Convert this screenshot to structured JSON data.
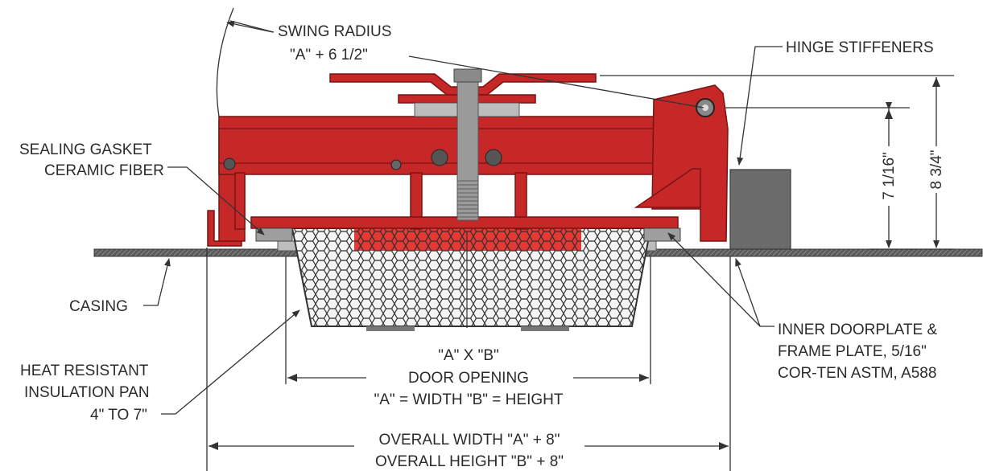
{
  "labels": {
    "swing_radius_1": "SWING RADIUS",
    "swing_radius_2": "\"A\" + 6 1/2\"",
    "hinge_stiffeners": "HINGE STIFFENERS",
    "sealing_gasket_1": "SEALING GASKET",
    "sealing_gasket_2": "CERAMIC FIBER",
    "casing": "CASING",
    "heat_resistant_1": "HEAT RESISTANT",
    "heat_resistant_2": "INSULATION PAN",
    "heat_resistant_3": "4\" TO 7\"",
    "door_opening_1": "\"A\" X \"B\"",
    "door_opening_2": "DOOR OPENING",
    "door_opening_3": "\"A\" = WIDTH \"B\" = HEIGHT",
    "inner_doorplate_1": "INNER DOORPLATE &",
    "inner_doorplate_2": "FRAME PLATE, 5/16\"",
    "inner_doorplate_3": "COR-TEN ASTM, A588",
    "overall_1": "OVERALL WIDTH \"A\" + 8\"",
    "overall_2": "OVERALL HEIGHT \"B\" + 8\""
  },
  "dimensions": {
    "height_small": "7 1/16\"",
    "height_large": "8 3/4\""
  },
  "colors": {
    "frame_red": "#c62828",
    "casing_gray": "#5a5a5a",
    "stiffener_gray": "#6b6b6b",
    "mesh": "#3a3a3a"
  }
}
